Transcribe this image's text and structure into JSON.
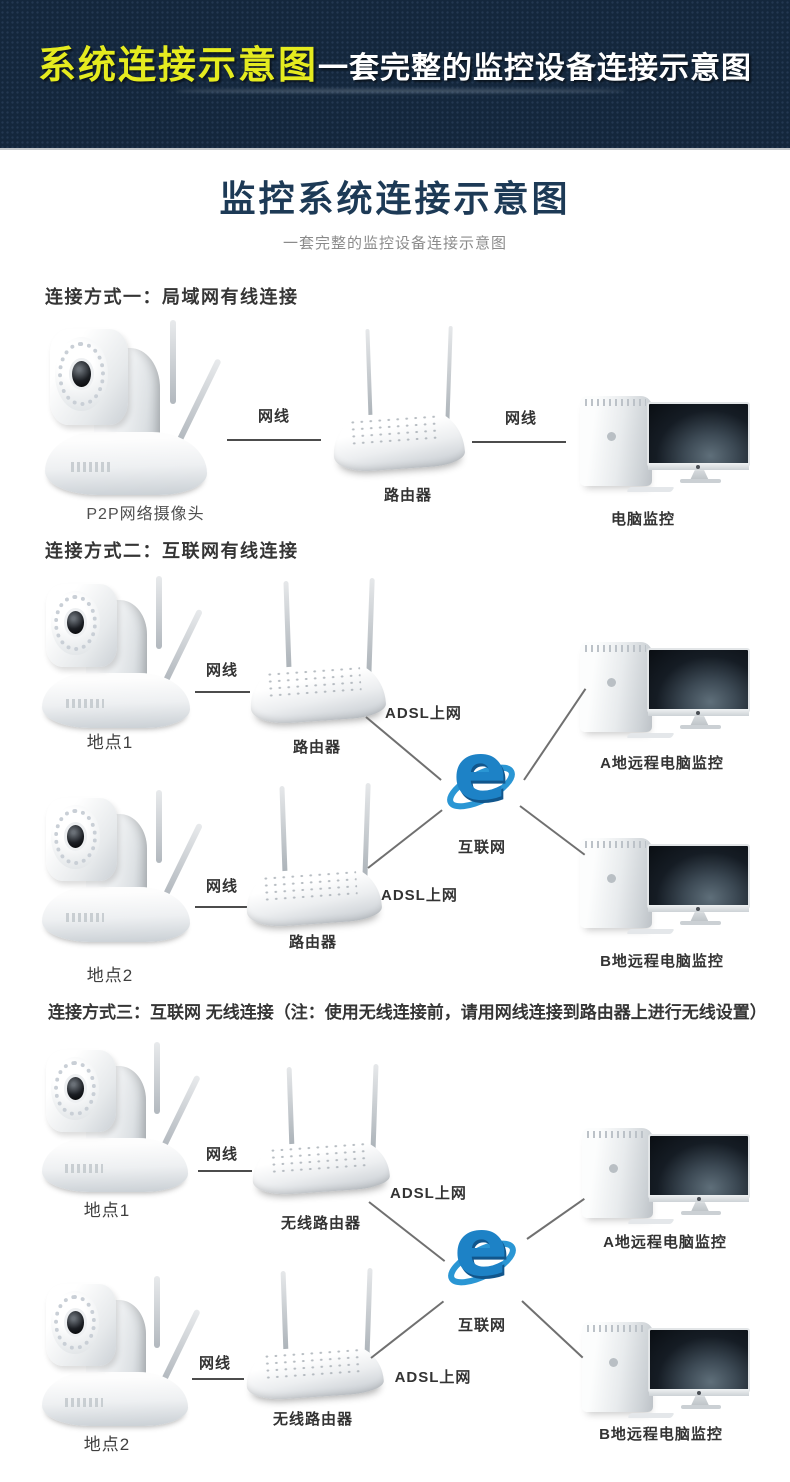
{
  "banner": {
    "highlight": "系统连接示意图",
    "rest": "一套完整的监控设备连接示意图"
  },
  "page": {
    "title": "监控系统连接示意图",
    "subtitle": "一套完整的监控设备连接示意图"
  },
  "s1": {
    "heading": "连接方式一：局域网有线连接",
    "camera_label": "P2P网络摄像头",
    "cable1": "网线",
    "router_label": "路由器",
    "cable2": "网线",
    "pc_label": "电脑监控"
  },
  "s2": {
    "heading": "连接方式二：互联网有线连接",
    "site1": "地点1",
    "cable1": "网线",
    "router1_label": "路由器",
    "adsl1": "ADSL上网",
    "pc_a_label": "A地远程电脑监控",
    "internet_label": "互联网",
    "site2": "地点2",
    "cable2": "网线",
    "router2_label": "路由器",
    "adsl2": "ADSL上网",
    "pc_b_label": "B地远程电脑监控"
  },
  "s3": {
    "heading": "连接方式三：互联网 无线连接（注：使用无线连接前，请用网线连接到路由器上进行无线设置）",
    "site1": "地点1",
    "cable1": "网线",
    "router1_label": "无线路由器",
    "adsl1": "ADSL上网",
    "pc_a_label": "A地远程电脑监控",
    "internet_label": "互联网",
    "site2": "地点2",
    "cable2": "网线",
    "router2_label": "无线路由器",
    "adsl2": "ADSL上网",
    "pc_b_label": "B地远程电脑监控"
  },
  "colors": {
    "banner_bg": "#14273c",
    "banner_highlight": "#e5eb1f",
    "banner_text": "#ffffff",
    "page_title": "#1d3a56",
    "subtitle_gray": "#8b8b8b",
    "label_dark": "#333333",
    "connector_gray": "#4c4c4c",
    "wifi_blue": "#2e7cc0",
    "ie_blue": "#1d82c6"
  }
}
